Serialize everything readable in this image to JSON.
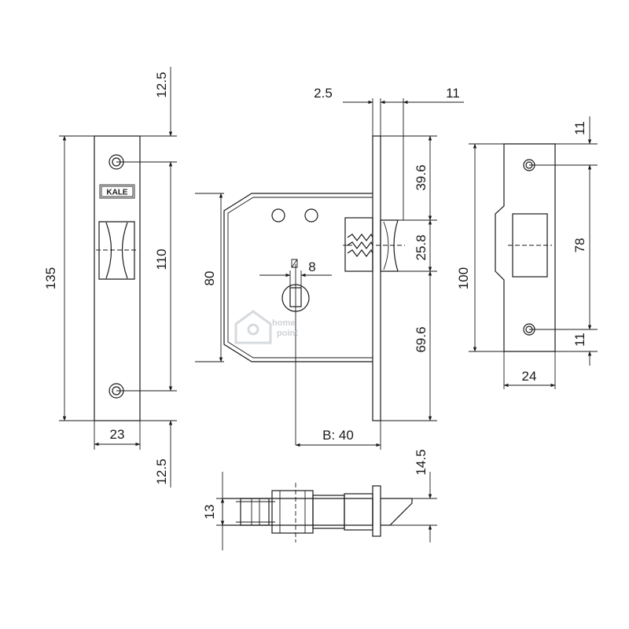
{
  "brand": {
    "logo_text": "KALE"
  },
  "watermark": {
    "line1": "home",
    "line2": "point"
  },
  "faceplate": {
    "top_margin": "12.5",
    "height": "135",
    "hole_spacing": "110",
    "width": "23",
    "bottom_margin": "12.5"
  },
  "lock_body": {
    "plate_thickness": "2.5",
    "latch_projection": "11",
    "top_to_latch": "39.6",
    "latch_height": "25.8",
    "latch_to_bottom": "69.6",
    "body_height": "80",
    "spindle_square": "8",
    "backset": "B: 40"
  },
  "strike_plate": {
    "top_margin": "11",
    "height": "100",
    "hole_spacing": "78",
    "bottom_margin": "11",
    "width": "24"
  },
  "bottom_view": {
    "thickness": "13",
    "latch_depth": "14.5"
  }
}
